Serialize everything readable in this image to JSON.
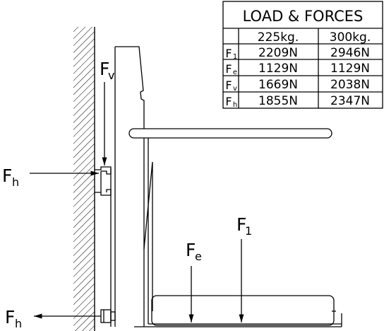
{
  "table": {
    "title": "LOAD & FORCES",
    "columns": [
      "",
      "225kg.",
      "300kg."
    ],
    "rows": [
      {
        "label": "F",
        "sub": "1",
        "values": [
          "2209N",
          "2946N"
        ]
      },
      {
        "label": "F",
        "sub": "e",
        "values": [
          "1129N",
          "1129N"
        ]
      },
      {
        "label": "F",
        "sub": "v",
        "values": [
          "1669N",
          "2038N"
        ]
      },
      {
        "label": "F",
        "sub": "h",
        "values": [
          "1855N",
          "2347N"
        ]
      }
    ]
  },
  "forces": {
    "fv": {
      "main": "F",
      "sub": "v"
    },
    "fh_top": {
      "main": "F",
      "sub": "h"
    },
    "fh_bottom": {
      "main": "F",
      "sub": "h"
    },
    "fe": {
      "main": "F",
      "sub": "e"
    },
    "f1": {
      "main": "F",
      "sub": "1"
    }
  },
  "colors": {
    "line": "#000000",
    "background": "#ffffff"
  }
}
